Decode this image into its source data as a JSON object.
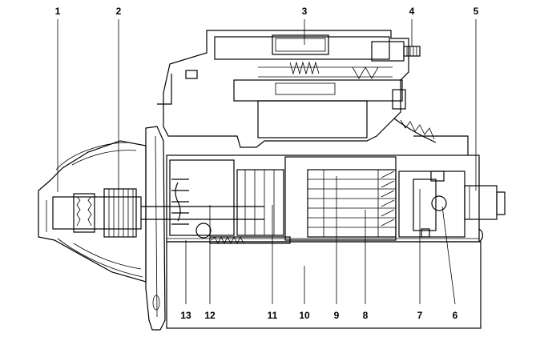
{
  "figure": {
    "subject": "starter-motor-cutaway",
    "callouts": [
      {
        "id": "c1",
        "label": "1"
      },
      {
        "id": "c2",
        "label": "2"
      },
      {
        "id": "c3",
        "label": "3"
      },
      {
        "id": "c4",
        "label": "4"
      },
      {
        "id": "c5",
        "label": "5"
      },
      {
        "id": "c6",
        "label": "6"
      },
      {
        "id": "c7",
        "label": "7"
      },
      {
        "id": "c8",
        "label": "8"
      },
      {
        "id": "c9",
        "label": "9"
      },
      {
        "id": "c10",
        "label": "10"
      },
      {
        "id": "c11",
        "label": "11"
      },
      {
        "id": "c12",
        "label": "12"
      },
      {
        "id": "c13",
        "label": "13"
      }
    ]
  }
}
